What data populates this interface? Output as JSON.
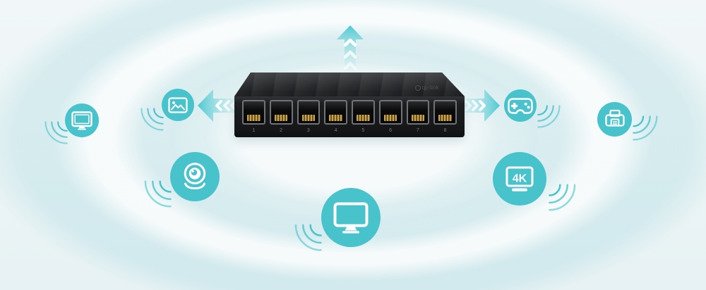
{
  "scene": {
    "brand_label": "tp-link",
    "device": {
      "type": "8-port ethernet switch",
      "port_labels": [
        "1",
        "2",
        "3",
        "4",
        "5",
        "6",
        "7",
        "8"
      ]
    },
    "icons": {
      "monitor_small": {
        "name": "monitor-icon"
      },
      "photo": {
        "name": "photo-icon"
      },
      "gamepad": {
        "name": "gamepad-icon"
      },
      "printer": {
        "name": "printer-icon"
      },
      "webcam": {
        "name": "webcam-icon"
      },
      "tv_4k": {
        "name": "tv-4k-icon",
        "label": "4K"
      },
      "monitor_large": {
        "name": "desktop-monitor-icon"
      }
    },
    "arrows": [
      {
        "direction": "up"
      },
      {
        "direction": "left"
      },
      {
        "direction": "right"
      }
    ],
    "colors": {
      "accent_teal": "#48C2CB",
      "arrow_teal": "#4FC8D1",
      "background": "#EEF5F6",
      "device_black": "#1E1F21"
    }
  }
}
